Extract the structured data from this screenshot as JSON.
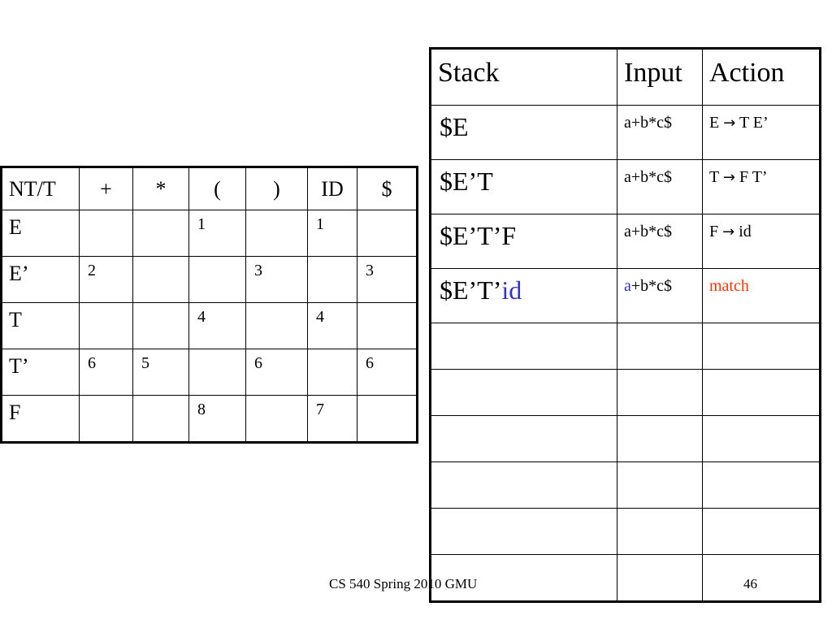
{
  "parse_table": {
    "headers": [
      "NT/T",
      "+",
      "*",
      "(",
      ")",
      "ID",
      "$"
    ],
    "rows": [
      {
        "nt": "E",
        "cells": [
          "",
          "",
          "1",
          "",
          "1",
          ""
        ]
      },
      {
        "nt": "E’",
        "cells": [
          "2",
          "",
          "",
          "3",
          "",
          "3"
        ]
      },
      {
        "nt": "T",
        "cells": [
          "",
          "",
          "4",
          "",
          "4",
          ""
        ]
      },
      {
        "nt": "T’",
        "cells": [
          "6",
          "5",
          "",
          "6",
          "",
          "6"
        ]
      },
      {
        "nt": "F",
        "cells": [
          "",
          "",
          "8",
          "",
          "7",
          ""
        ]
      }
    ]
  },
  "trace_table": {
    "headers": [
      "Stack",
      "Input",
      "Action"
    ],
    "rows": [
      {
        "stack": "$E",
        "stack_highlight": "",
        "input_highlight": "",
        "input": "a+b*c$",
        "action_lhs": "E",
        "action_rhs": "T E’",
        "action_text": ""
      },
      {
        "stack": "$E’T",
        "stack_highlight": "",
        "input_highlight": "",
        "input": "a+b*c$",
        "action_lhs": "T",
        "action_rhs": "F T’",
        "action_text": ""
      },
      {
        "stack": "$E’T’F",
        "stack_highlight": "",
        "input_highlight": "",
        "input": "a+b*c$",
        "action_lhs": "F",
        "action_rhs": "id",
        "action_text": ""
      },
      {
        "stack": "$E’T’",
        "stack_highlight": "id",
        "input_highlight": "a",
        "input": "+b*c$",
        "action_lhs": "",
        "action_rhs": "",
        "action_text": "match"
      }
    ],
    "empty_rows": 6
  },
  "arrow_glyph": "→",
  "colors": {
    "highlight_blue": "#3333cc",
    "highlight_red": "#ff3300"
  },
  "footer": {
    "text": "CS 540 Spring 2010 GMU",
    "slide_number": "46"
  }
}
